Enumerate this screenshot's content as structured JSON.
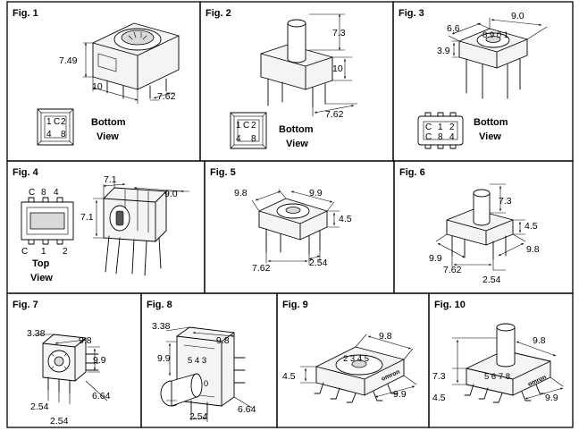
{
  "figures": [
    {
      "id": 1,
      "label": "Fig. 1",
      "dims": [
        "7.49",
        "10",
        "7.62"
      ],
      "view": [
        "Bottom",
        "View"
      ],
      "pins": [
        "1",
        "C",
        "2",
        "4",
        "8"
      ]
    },
    {
      "id": 2,
      "label": "Fig. 2",
      "dims": [
        "7.3",
        "10",
        "7.62"
      ],
      "view": [
        "Bottom",
        "View"
      ],
      "pins": [
        "1",
        "C",
        "2",
        "4",
        "8"
      ]
    },
    {
      "id": 3,
      "label": "Fig. 3",
      "dims": [
        "9.0",
        "6.6",
        "3.9"
      ],
      "view": [
        "Bottom",
        "View"
      ],
      "pins_top": [
        "C",
        "1",
        "2"
      ],
      "pins_bottom": [
        "C",
        "8",
        "4"
      ]
    },
    {
      "id": 4,
      "label": "Fig. 4",
      "dims": [
        "7.1",
        "9.0",
        "7.1"
      ],
      "view": [
        "Top",
        "View"
      ],
      "pins_top": [
        "C",
        "8",
        "4"
      ],
      "pins_bottom": [
        "C",
        "1",
        "2"
      ]
    },
    {
      "id": 5,
      "label": "Fig. 5",
      "dims": [
        "9.8",
        "9.9",
        "4.5",
        "7.62",
        "2.54"
      ]
    },
    {
      "id": 6,
      "label": "Fig. 6",
      "dims": [
        "7.3",
        "4.5",
        "9.9",
        "9.8",
        "7.62",
        "2.54"
      ]
    },
    {
      "id": 7,
      "label": "Fig. 7",
      "dims": [
        "3.38",
        "9.8",
        "9.9",
        "6.64",
        "2.54",
        "2.54"
      ]
    },
    {
      "id": 8,
      "label": "Fig. 8",
      "dims": [
        "3.38",
        "9.8",
        "9.9",
        "6.64",
        "2.54"
      ]
    },
    {
      "id": 9,
      "label": "Fig. 9",
      "dims": [
        "9.8",
        "4.5",
        "9.9"
      ],
      "logo": "omron"
    },
    {
      "id": 10,
      "label": "Fig. 10",
      "dims": [
        "7.3",
        "9.8",
        "4.5",
        "9.9"
      ],
      "logo": "omron"
    }
  ]
}
